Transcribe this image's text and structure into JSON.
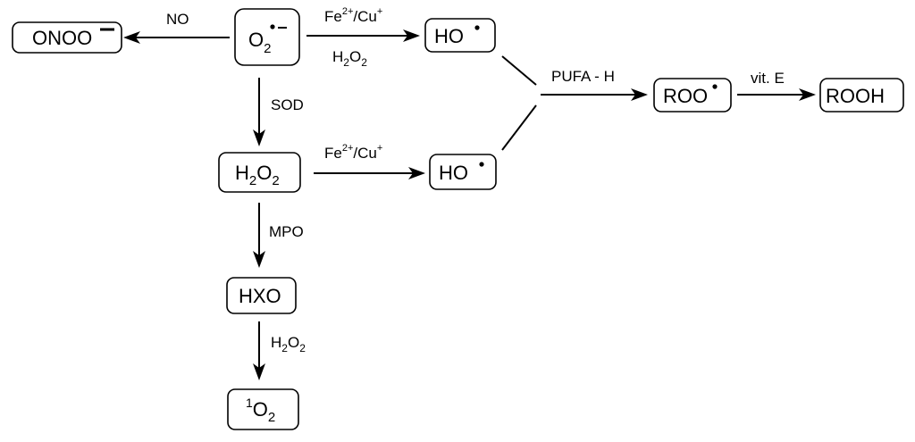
{
  "species": {
    "superoxide": {
      "base": "O",
      "sub": "2",
      "charge": "•−"
    },
    "peroxynitrite": {
      "base": "ONOO",
      "charge": "−"
    },
    "hydroxyl_top": {
      "base": "HO",
      "radical": "•"
    },
    "hydroxyl_bottom": {
      "base": "HO",
      "radical": "•"
    },
    "hydrogen_peroxide": {
      "p1": "H",
      "sub1": "2",
      "p2": "O",
      "sub2": "2"
    },
    "hxo": {
      "text": "HXO"
    },
    "singlet_oxygen": {
      "sup": "1",
      "base": "O",
      "sub": "2"
    },
    "peroxyl": {
      "base": "ROO",
      "radical": "•"
    },
    "hydroperoxide": {
      "text": "ROOH"
    }
  },
  "labels": {
    "no": "NO",
    "fenton_top": {
      "fe": "Fe",
      "fe_charge": "2+",
      "sep": "/Cu",
      "cu_charge": "+"
    },
    "h2o2_top": {
      "p1": "H",
      "sub1": "2",
      "p2": "O",
      "sub2": "2"
    },
    "sod": "SOD",
    "fenton_bottom": {
      "fe": "Fe",
      "fe_charge": "2+",
      "sep": "/Cu",
      "cu_charge": "+"
    },
    "mpo": "MPO",
    "h2o2_bottom": {
      "p1": "H",
      "sub1": "2",
      "p2": "O",
      "sub2": "2"
    },
    "pufa": "PUFA - H",
    "vit_e": "vit. E"
  }
}
